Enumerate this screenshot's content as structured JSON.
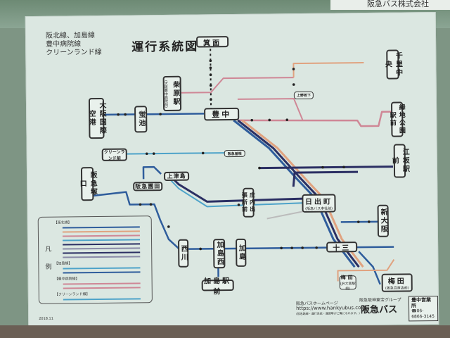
{
  "sign_top": "阪急バス株式会社",
  "header": {
    "title": "運行系統図",
    "lines": [
      "阪北線、加島線",
      "豊中病院線",
      "クリーンランド線"
    ]
  },
  "terminals": {
    "minoo": "箕面",
    "shibahara": "柴原駅",
    "shibahara_sub": "(大阪豊中病院前)",
    "itami_airport": "大阪国際空港",
    "hotarugaike": "蛍池",
    "toyonaka": "豊中",
    "senri_chuo": "千里中央",
    "ryokuchi": "緑地公園駅前",
    "esaka": "江坂駅前",
    "uenosakashita": "上野坂下",
    "cleanland": "クリーンランド前",
    "hankyu_sone": "阪急曽根",
    "tsukaguchi": "阪急塚口",
    "sonoda": "阪急園田",
    "kamitsushima": "上津島",
    "shonai": "庄内出張所前",
    "hidecho": "日出町",
    "hidecho_sub": "(阪急バス本社前)",
    "shin_osaka": "新大阪",
    "nishikawa": "西川",
    "kashimanishi": "加島西",
    "kashima": "加島",
    "kashima_eki": "加島駅前",
    "juso": "十三",
    "umeda1": "梅田",
    "umeda1_sub": "(JR大阪駅前)",
    "umeda2": "梅田",
    "umeda2_sub": "(阪急百貨店前)"
  },
  "legend": {
    "mark": "凡例",
    "sections": [
      "【阪北線】",
      "【加島線】",
      "【豊中病院線】",
      "【クリーンランド線】"
    ]
  },
  "footer": {
    "hp_label": "阪急バスホームページ",
    "url": "https://www.hankyubus.co.jp/",
    "hp_note": "(阪急路線・運行系統・運賃等がご覧になれます。)",
    "group": "阪急阪神東宝グループ",
    "brand": "阪急バス",
    "office": "豊中営業所",
    "phone": "☎06-6866-3145",
    "date": "2018.11"
  },
  "colors": {
    "blue": "#2f5d9c",
    "navy": "#2b2f63",
    "pink": "#cf8796",
    "salmon": "#e0a27f",
    "light_blue": "#4ea3c9"
  }
}
